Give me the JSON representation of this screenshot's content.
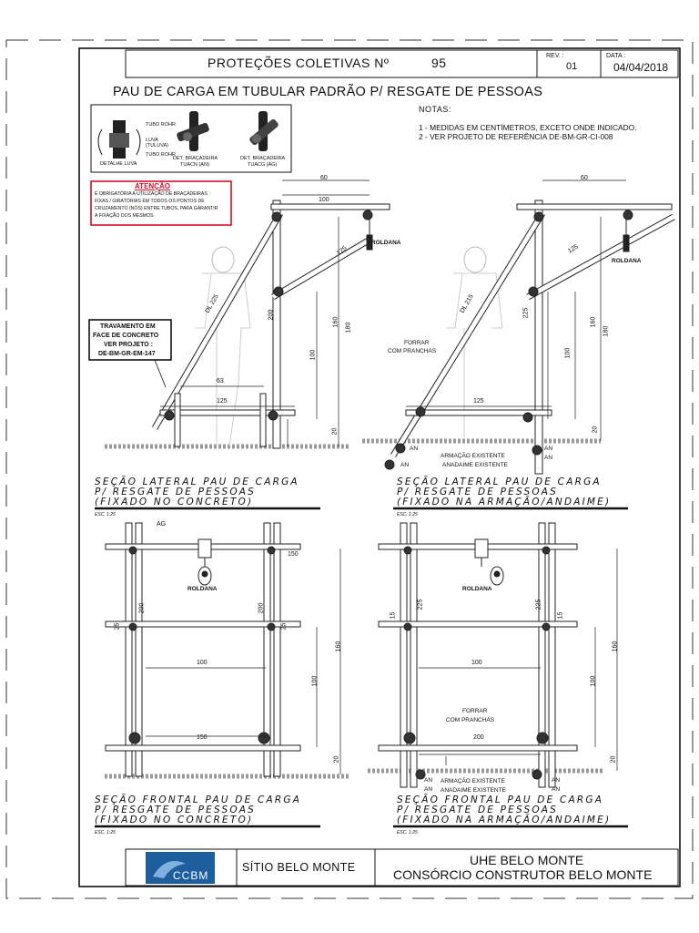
{
  "header": {
    "title": "PROTEÇÕES COLETIVAS Nº",
    "number": "95",
    "rev_label": "REV. :",
    "rev_value": "01",
    "date_label": "DATA :",
    "date_value": "04/04/2018"
  },
  "main_title": "PAU DE CARGA EM TUBULAR PADRÃO P/ RESGATE DE PESSOAS",
  "notes": {
    "heading": "NOTAS:",
    "items": [
      "1 - MEDIDAS EM CENTÍMETROS, EXCETO ONDE INDICADO.",
      "2 -  VER PROJETO DE REFERÊNCIA DE-BM-GR-CI-008"
    ]
  },
  "detail": {
    "tubo_rohr_1": "TUBO ROHR",
    "luva": "LUVA",
    "tuluva": "(TULUVA)",
    "tubo_rohr_2": "TUBO ROHR",
    "detalhe_luva": "DETALHE LUVA",
    "an_label_1": "DET. BRAÇADEIRA",
    "an_label_2": "TUACN (AN)",
    "ag_label_1": "DET. BRAÇADEIRA",
    "ag_label_2": "TUACG (AG)"
  },
  "attention": {
    "title": "ATENÇÃO",
    "lines": [
      "É OBRIGATÓRIA A UTILIZAÇÃO DE BRAÇADEIRAS",
      "FIXAS / GIRATÓRIAS EM TODOS OS PONTOS DE",
      "CRUZAMENTO (NÓS) ENTRE TUBOS, PARA GARANTIR",
      "A FIXAÇÃO DOS MESMOS."
    ],
    "color": "#d0102a"
  },
  "callout": {
    "lines": [
      "TRAVAMENTO EM",
      "FACE DE CONCRETO",
      "VER PROJETO :",
      "DE-BM-GR-EM-147"
    ]
  },
  "labels": {
    "roldana": "ROLDANA",
    "forrar": "FORRAR",
    "com_pranchas": "COM PRANCHAS",
    "armacao": "ARMAÇÃO EXISTENTE",
    "andaime": "ANADAIME EXISTENTE",
    "an": "AN",
    "ag": "AG"
  },
  "dims": {
    "d60": "60",
    "d100": "100",
    "d125": "125",
    "d63": "63",
    "d150": "150",
    "d160": "160",
    "d180": "180",
    "d200": "200",
    "d20": "20",
    "d25": "25",
    "d15": "15",
    "d225": "225",
    "dl225": "DL 225",
    "dl215": "DL 215"
  },
  "sections": {
    "s1": [
      "SEÇÃO LATERAL PAU DE CARGA",
      "P/ RESGATE DE PESSOAS",
      "(FIXADO NO CONCRETO)"
    ],
    "s2": [
      "SEÇÃO LATERAL PAU DE CARGA",
      "P/ RESGATE DE PESSOAS",
      "(FIXADO NA ARMAÇÃO/ANDAIME)"
    ],
    "s3": [
      "SEÇÃO FRONTAL PAU DE CARGA",
      "P/ RESGATE DE PESSOAS",
      "(FIXADO NO CONCRETO)"
    ],
    "s4": [
      "SEÇÃO FRONTAL PAU DE CARGA",
      "P/ RESGATE DE PESSOAS",
      "(FIXADO NA ARMAÇÃO/ANDAIME)"
    ],
    "esc1": "ESC. 1:25",
    "esc2": "ESC. 1:25",
    "esc3": "ESC. 1:25",
    "esc4": "ESC. 1:25"
  },
  "footer": {
    "logo": "CCBM",
    "site": "SÍTIO BELO MONTE",
    "line1": "UHE BELO MONTE",
    "line2": "CONSÓRCIO CONSTRUTOR BELO MONTE",
    "logo_color": "#1d5e9e"
  }
}
